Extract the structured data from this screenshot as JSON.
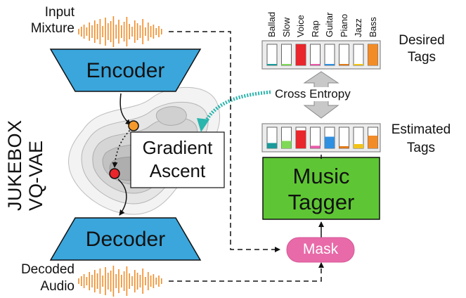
{
  "labels": {
    "input_mixture": [
      "Input",
      "Mixture"
    ],
    "decoded_audio": [
      "Decoded",
      "Audio"
    ],
    "encoder": "Encoder",
    "decoder": "Decoder",
    "jukebox": "JUKEBOX",
    "vqvae": "VQ-VAE",
    "gradient_ascent": [
      "Gradient",
      "Ascent"
    ],
    "desired_tags": [
      "Desired",
      "Tags"
    ],
    "estimated_tags": [
      "Estimated",
      "Tags"
    ],
    "cross_entropy": "Cross Entropy",
    "music_tagger": [
      "Music",
      "Tagger"
    ],
    "mask": "Mask"
  },
  "tags": [
    "Ballad",
    "Slow",
    "Voice",
    "Rap",
    "Guitar",
    "Piano",
    "Jazz",
    "Bass"
  ],
  "tag_colors": [
    "#1a9a9a",
    "#7ed957",
    "#e8262b",
    "#e85aa8",
    "#2f8fe0",
    "#e07a1a",
    "#f2c418",
    "#f28c28"
  ],
  "desired_levels": [
    0.0,
    0.0,
    1.0,
    0.0,
    0.0,
    0.0,
    0.0,
    1.0
  ],
  "estimated_levels": [
    0.25,
    0.35,
    0.85,
    0.12,
    0.55,
    0.1,
    0.2,
    0.6
  ],
  "colors": {
    "encoder": "#3aa6dc",
    "decoder": "#3aa6dc",
    "tagger": "#5ec634",
    "mask": "#e86aa8",
    "waveform": "#f28c28",
    "arrow_teal": "#2ab5ad",
    "dot_orange": "#f59a2a",
    "dot_red": "#e8262b"
  }
}
